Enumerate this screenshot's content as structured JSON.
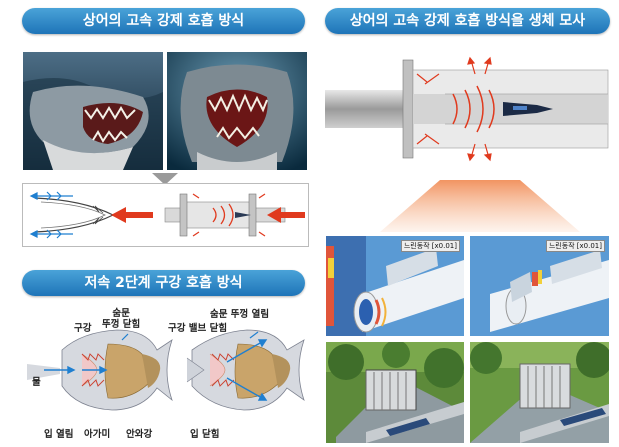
{
  "titles": {
    "left_top": "상어의 고속 강제 호흡 방식",
    "right_top": "상어의 고속 강제 호흡 방식을 생체 모사",
    "left_bottom": "저속 2단계 구강 호흡 방식"
  },
  "sim_labels": {
    "left": "느린동작 [x0.01]",
    "right": "느린동작 [x0.01]"
  },
  "fish_labels": {
    "left_gill_cover_closed": "숨문\n뚜껑 닫힘",
    "left_mouth": "구강",
    "left_water": "물",
    "left_mouth_open": "입 열림",
    "left_gill": "아가미",
    "left_outer_chamber": "안와강",
    "right_mouth_valve_closed": "구강 밸브 닫힘",
    "right_gill_cover_open": "숨문 뚜껑 열림",
    "right_mouth_closed": "입 닫힘"
  },
  "colors": {
    "banner": "#1e74b8",
    "arrow_red": "#e03a1e",
    "arrow_blue": "#1f7fd0"
  }
}
